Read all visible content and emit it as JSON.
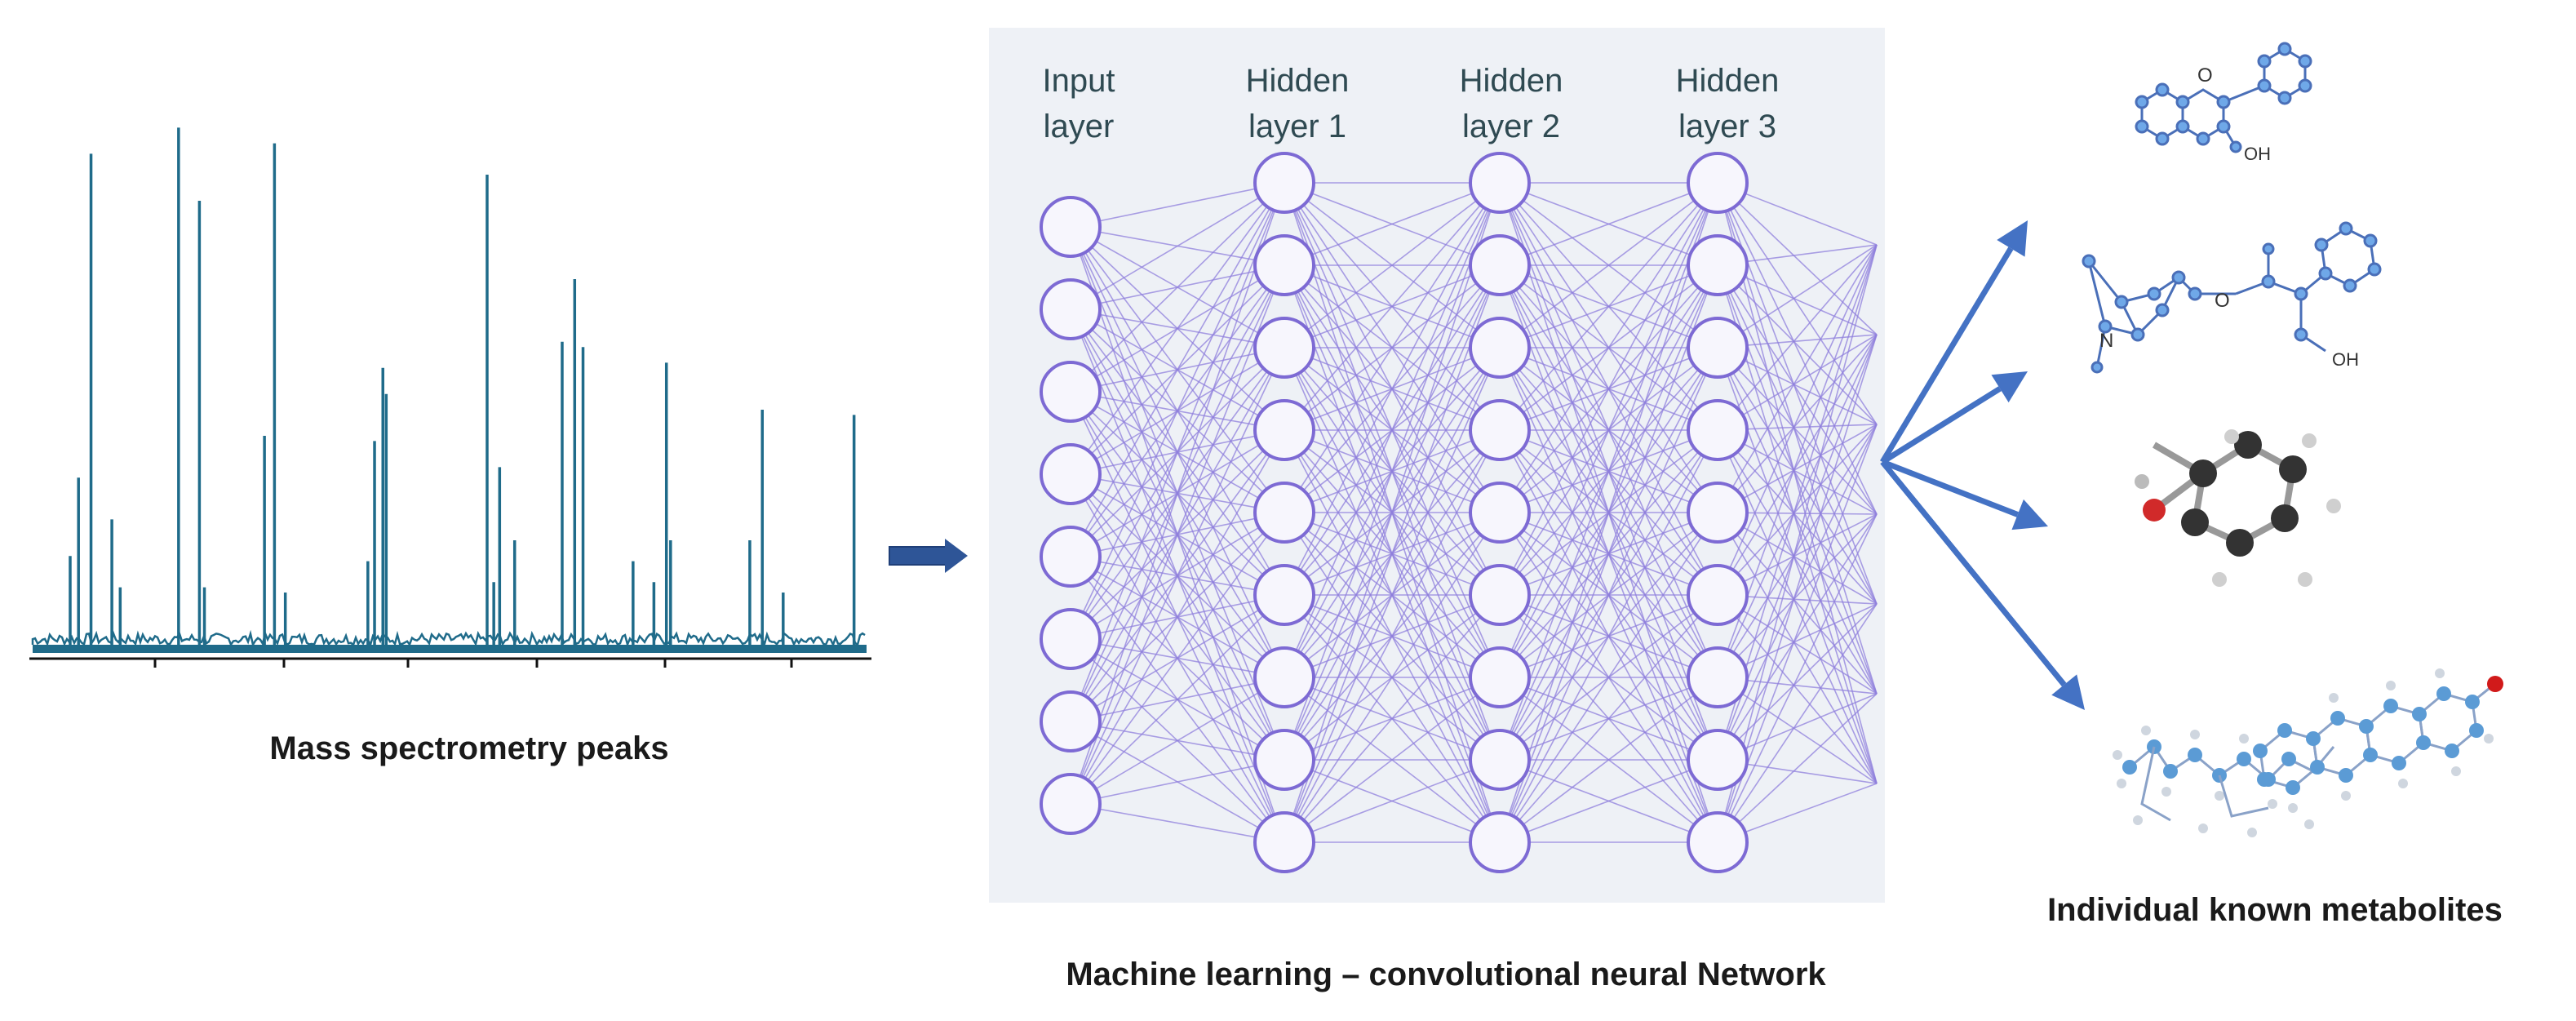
{
  "spectrum": {
    "caption": "Mass spectrometry peaks",
    "color": "#1f6b8a",
    "peaks": [
      {
        "mz": 0.045,
        "h": 0.17
      },
      {
        "mz": 0.055,
        "h": 0.32
      },
      {
        "mz": 0.07,
        "h": 0.94
      },
      {
        "mz": 0.095,
        "h": 0.24
      },
      {
        "mz": 0.105,
        "h": 0.11
      },
      {
        "mz": 0.175,
        "h": 0.99
      },
      {
        "mz": 0.2,
        "h": 0.85
      },
      {
        "mz": 0.206,
        "h": 0.11
      },
      {
        "mz": 0.278,
        "h": 0.4
      },
      {
        "mz": 0.29,
        "h": 0.96
      },
      {
        "mz": 0.303,
        "h": 0.1
      },
      {
        "mz": 0.402,
        "h": 0.16
      },
      {
        "mz": 0.41,
        "h": 0.39
      },
      {
        "mz": 0.42,
        "h": 0.53
      },
      {
        "mz": 0.424,
        "h": 0.48
      },
      {
        "mz": 0.545,
        "h": 0.9
      },
      {
        "mz": 0.553,
        "h": 0.12
      },
      {
        "mz": 0.56,
        "h": 0.34
      },
      {
        "mz": 0.578,
        "h": 0.2
      },
      {
        "mz": 0.635,
        "h": 0.58
      },
      {
        "mz": 0.65,
        "h": 0.7
      },
      {
        "mz": 0.66,
        "h": 0.57
      },
      {
        "mz": 0.72,
        "h": 0.16
      },
      {
        "mz": 0.745,
        "h": 0.12
      },
      {
        "mz": 0.76,
        "h": 0.54
      },
      {
        "mz": 0.765,
        "h": 0.2
      },
      {
        "mz": 0.86,
        "h": 0.2
      },
      {
        "mz": 0.875,
        "h": 0.45
      },
      {
        "mz": 0.9,
        "h": 0.1
      },
      {
        "mz": 0.985,
        "h": 0.44
      }
    ]
  },
  "network": {
    "caption": "Machine learning – convolutional neural Network",
    "edge_color": "#8f7fdc",
    "layers": [
      {
        "title_1": "Input",
        "title_2": "layer",
        "nodes": 8
      },
      {
        "title_1": "Hidden",
        "title_2": "layer 1",
        "nodes": 9
      },
      {
        "title_1": "Hidden",
        "title_2": "layer 2",
        "nodes": 9
      },
      {
        "title_1": "Hidden",
        "title_2": "layer 3",
        "nodes": 9
      }
    ]
  },
  "output": {
    "caption": "Individual known metabolites",
    "arrow_color": "#4472c4",
    "molecules": [
      {
        "name": "flavanol-molecule",
        "hydroxyl_label": "OH",
        "ring_oxygen_label": "O"
      },
      {
        "name": "tropane-ester-molecule",
        "hydroxyl_label": "OH",
        "nitrogen_label": "N",
        "ester_oxygen_label": "O"
      },
      {
        "name": "phenol-molecule"
      },
      {
        "name": "sterol-molecule"
      }
    ]
  }
}
